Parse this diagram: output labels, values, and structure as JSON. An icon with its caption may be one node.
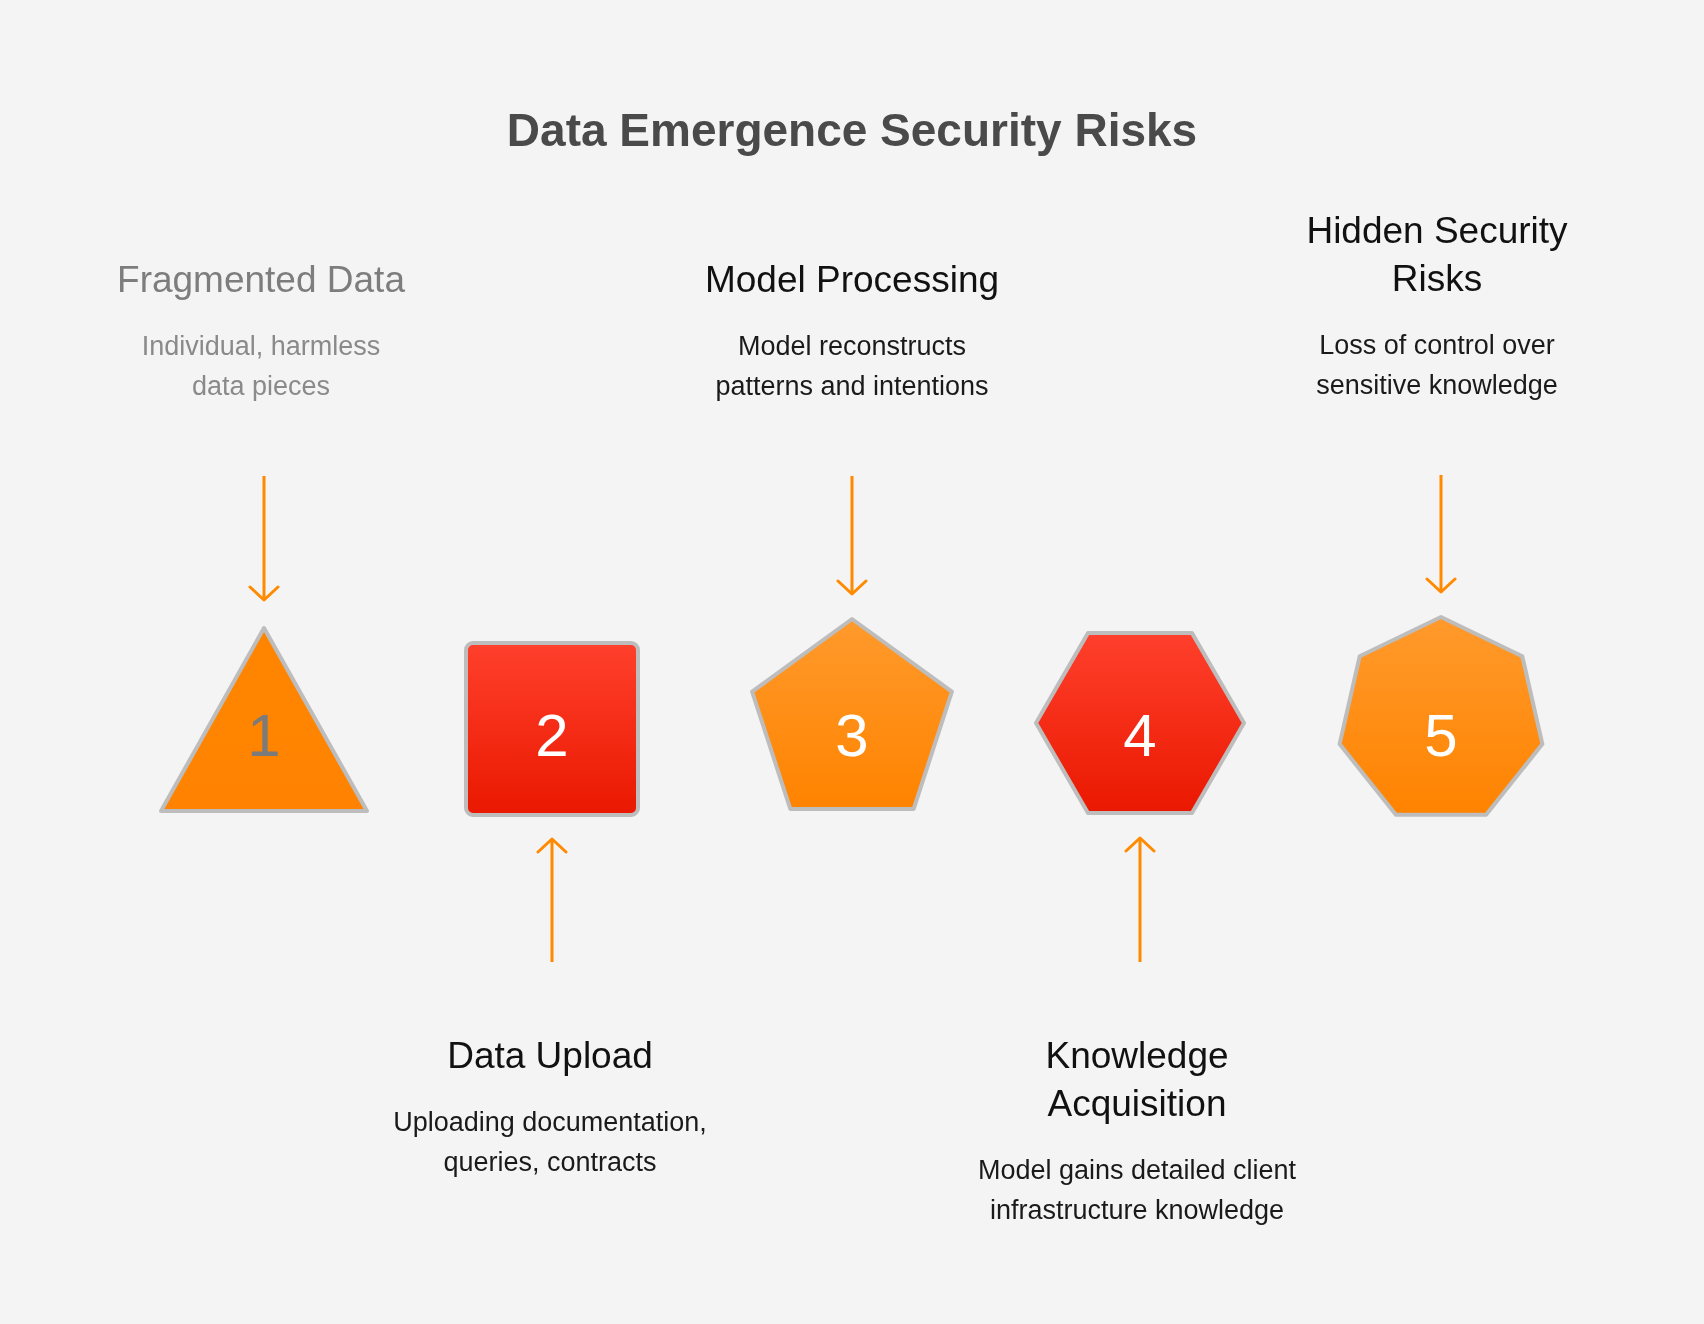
{
  "diagram": {
    "title": "Data Emergence Security Risks",
    "nodes": [
      {
        "text": [
          "Fragmented Data",
          "Individual, harmless data pieces"
        ]
      },
      {
        "text": [
          "Model Processing",
          "Model reconstructs patterns and intentions"
        ]
      },
      {
        "text": [
          "Hidden Security Risks",
          "Loss of control over sensitive knowledge"
        ]
      },
      {
        "text": [
          "1"
        ]
      },
      {
        "text": [
          "2"
        ]
      },
      {
        "text": [
          "3"
        ]
      },
      {
        "text": [
          "4"
        ]
      },
      {
        "text": [
          "5"
        ]
      },
      {
        "text": [
          "Data Upload",
          "Uploading documentation, queries, contracts"
        ]
      },
      {
        "text": [
          "Knowledge Acquisition",
          "Model gains detailed client infrastructure knowledge"
        ]
      }
    ],
    "edges": [
      {
        "from": 0,
        "to": 3,
        "arrow": "to"
      },
      {
        "from": 8,
        "to": 4,
        "arrow": "to"
      },
      {
        "from": 1,
        "to": 5,
        "arrow": "to"
      },
      {
        "from": 9,
        "to": 6,
        "arrow": "to"
      },
      {
        "from": 2,
        "to": 7,
        "arrow": "to"
      }
    ]
  }
}
